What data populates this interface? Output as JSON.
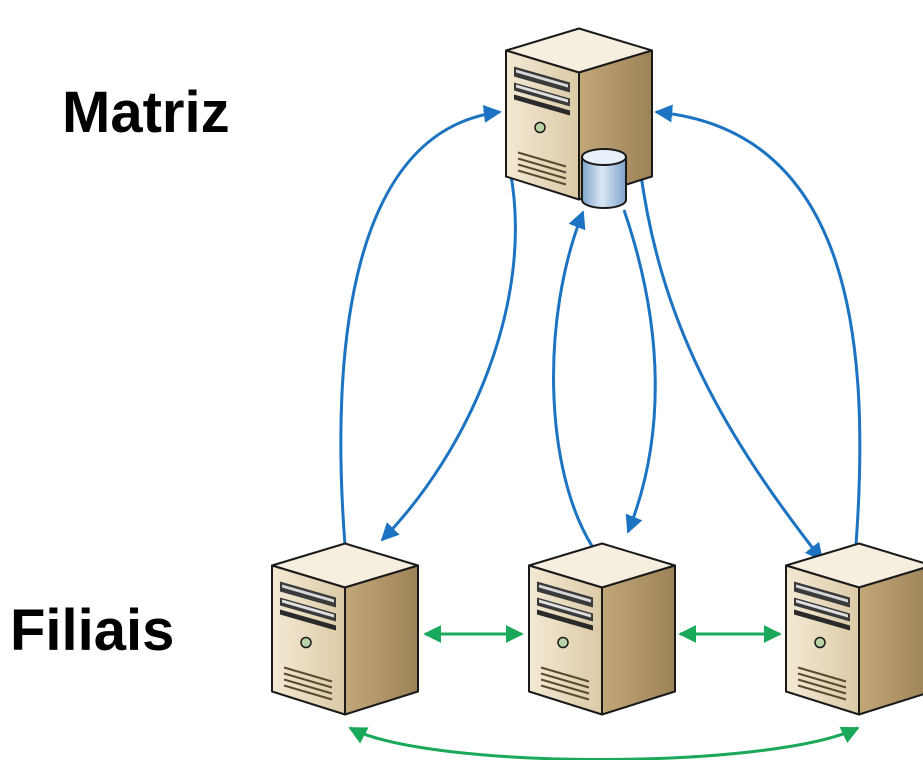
{
  "labels": {
    "headquarters": "Matriz",
    "branches": "Filiais"
  },
  "nodes": [
    {
      "id": "matriz",
      "role": "headquarters-server",
      "has_database": true
    },
    {
      "id": "filial-1",
      "role": "branch-server"
    },
    {
      "id": "filial-2",
      "role": "branch-server"
    },
    {
      "id": "filial-3",
      "role": "branch-server"
    }
  ],
  "links": [
    {
      "from": "filial-1",
      "to": "matriz",
      "direction": "one-way"
    },
    {
      "from": "matriz",
      "to": "filial-1",
      "direction": "one-way"
    },
    {
      "from": "filial-2",
      "to": "matriz-database",
      "direction": "one-way"
    },
    {
      "from": "matriz-database",
      "to": "filial-2",
      "direction": "one-way"
    },
    {
      "from": "matriz",
      "to": "filial-3",
      "direction": "one-way"
    },
    {
      "from": "filial-3",
      "to": "matriz",
      "direction": "one-way"
    },
    {
      "from": "filial-1",
      "to": "filial-2",
      "direction": "two-way"
    },
    {
      "from": "filial-2",
      "to": "filial-3",
      "direction": "two-way"
    },
    {
      "from": "filial-1",
      "to": "filial-3",
      "direction": "two-way"
    }
  ],
  "colors": {
    "hq_link": "#1b73c2",
    "branch_link": "#1aa85a",
    "server_front": "#e9dcc2",
    "server_side": "#b39a6e",
    "server_top": "#f6efe0",
    "server_outline": "#1a1a1a",
    "database": "#a9c7e6"
  }
}
